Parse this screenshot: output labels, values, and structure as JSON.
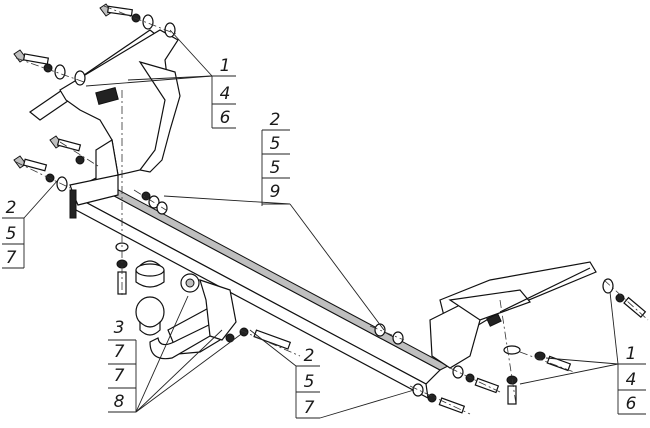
{
  "drawing": {
    "callouts": {
      "top_right": [
        "1",
        "4",
        "6"
      ],
      "middle": [
        "2",
        "5",
        "5",
        "9"
      ],
      "left": [
        "2",
        "5",
        "7"
      ],
      "ball_group": [
        "3",
        "7",
        "7",
        "8"
      ],
      "bottom_center": [
        "2",
        "5",
        "7"
      ],
      "bottom_right": [
        "1",
        "4",
        "6"
      ]
    }
  }
}
